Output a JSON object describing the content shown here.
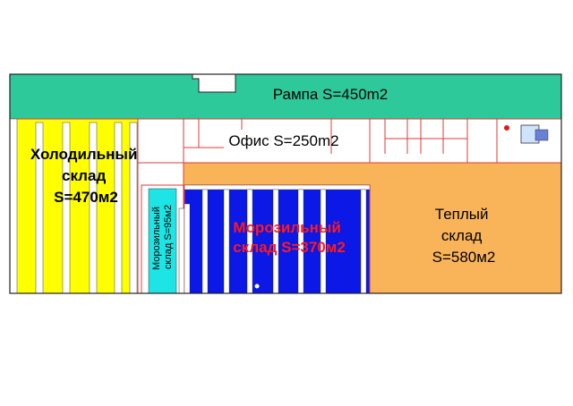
{
  "zones": {
    "ramp": {
      "lines": [
        "Рампа S=450m2"
      ],
      "color": "#2ec99b",
      "text_color": "#000000"
    },
    "office": {
      "lines": [
        "Офис S=250m2"
      ],
      "color": "#ffffff",
      "text_color": "#000000"
    },
    "cold": {
      "lines": [
        "Холодильный",
        "склад",
        "S=470м2"
      ],
      "color": "#ffff00",
      "text_color": "#000000"
    },
    "freezer_small": {
      "lines": [
        "Морозильный",
        "склад S=95м2"
      ],
      "color": "#1ee5e5",
      "text_color": "#000000"
    },
    "freezer": {
      "lines": [
        "Морозильный",
        "склад S=370м2"
      ],
      "color": "#0b18e6",
      "text_color": "#ff1a1a"
    },
    "warm": {
      "lines": [
        "Теплый",
        "склад",
        "S=580м2"
      ],
      "color": "#f9b45a",
      "text_color": "#000000"
    }
  },
  "colors": {
    "wall": "#e23a3a",
    "outline": "#222222",
    "rack_light": "#ffffff",
    "rack_dark": "#0012c8"
  }
}
